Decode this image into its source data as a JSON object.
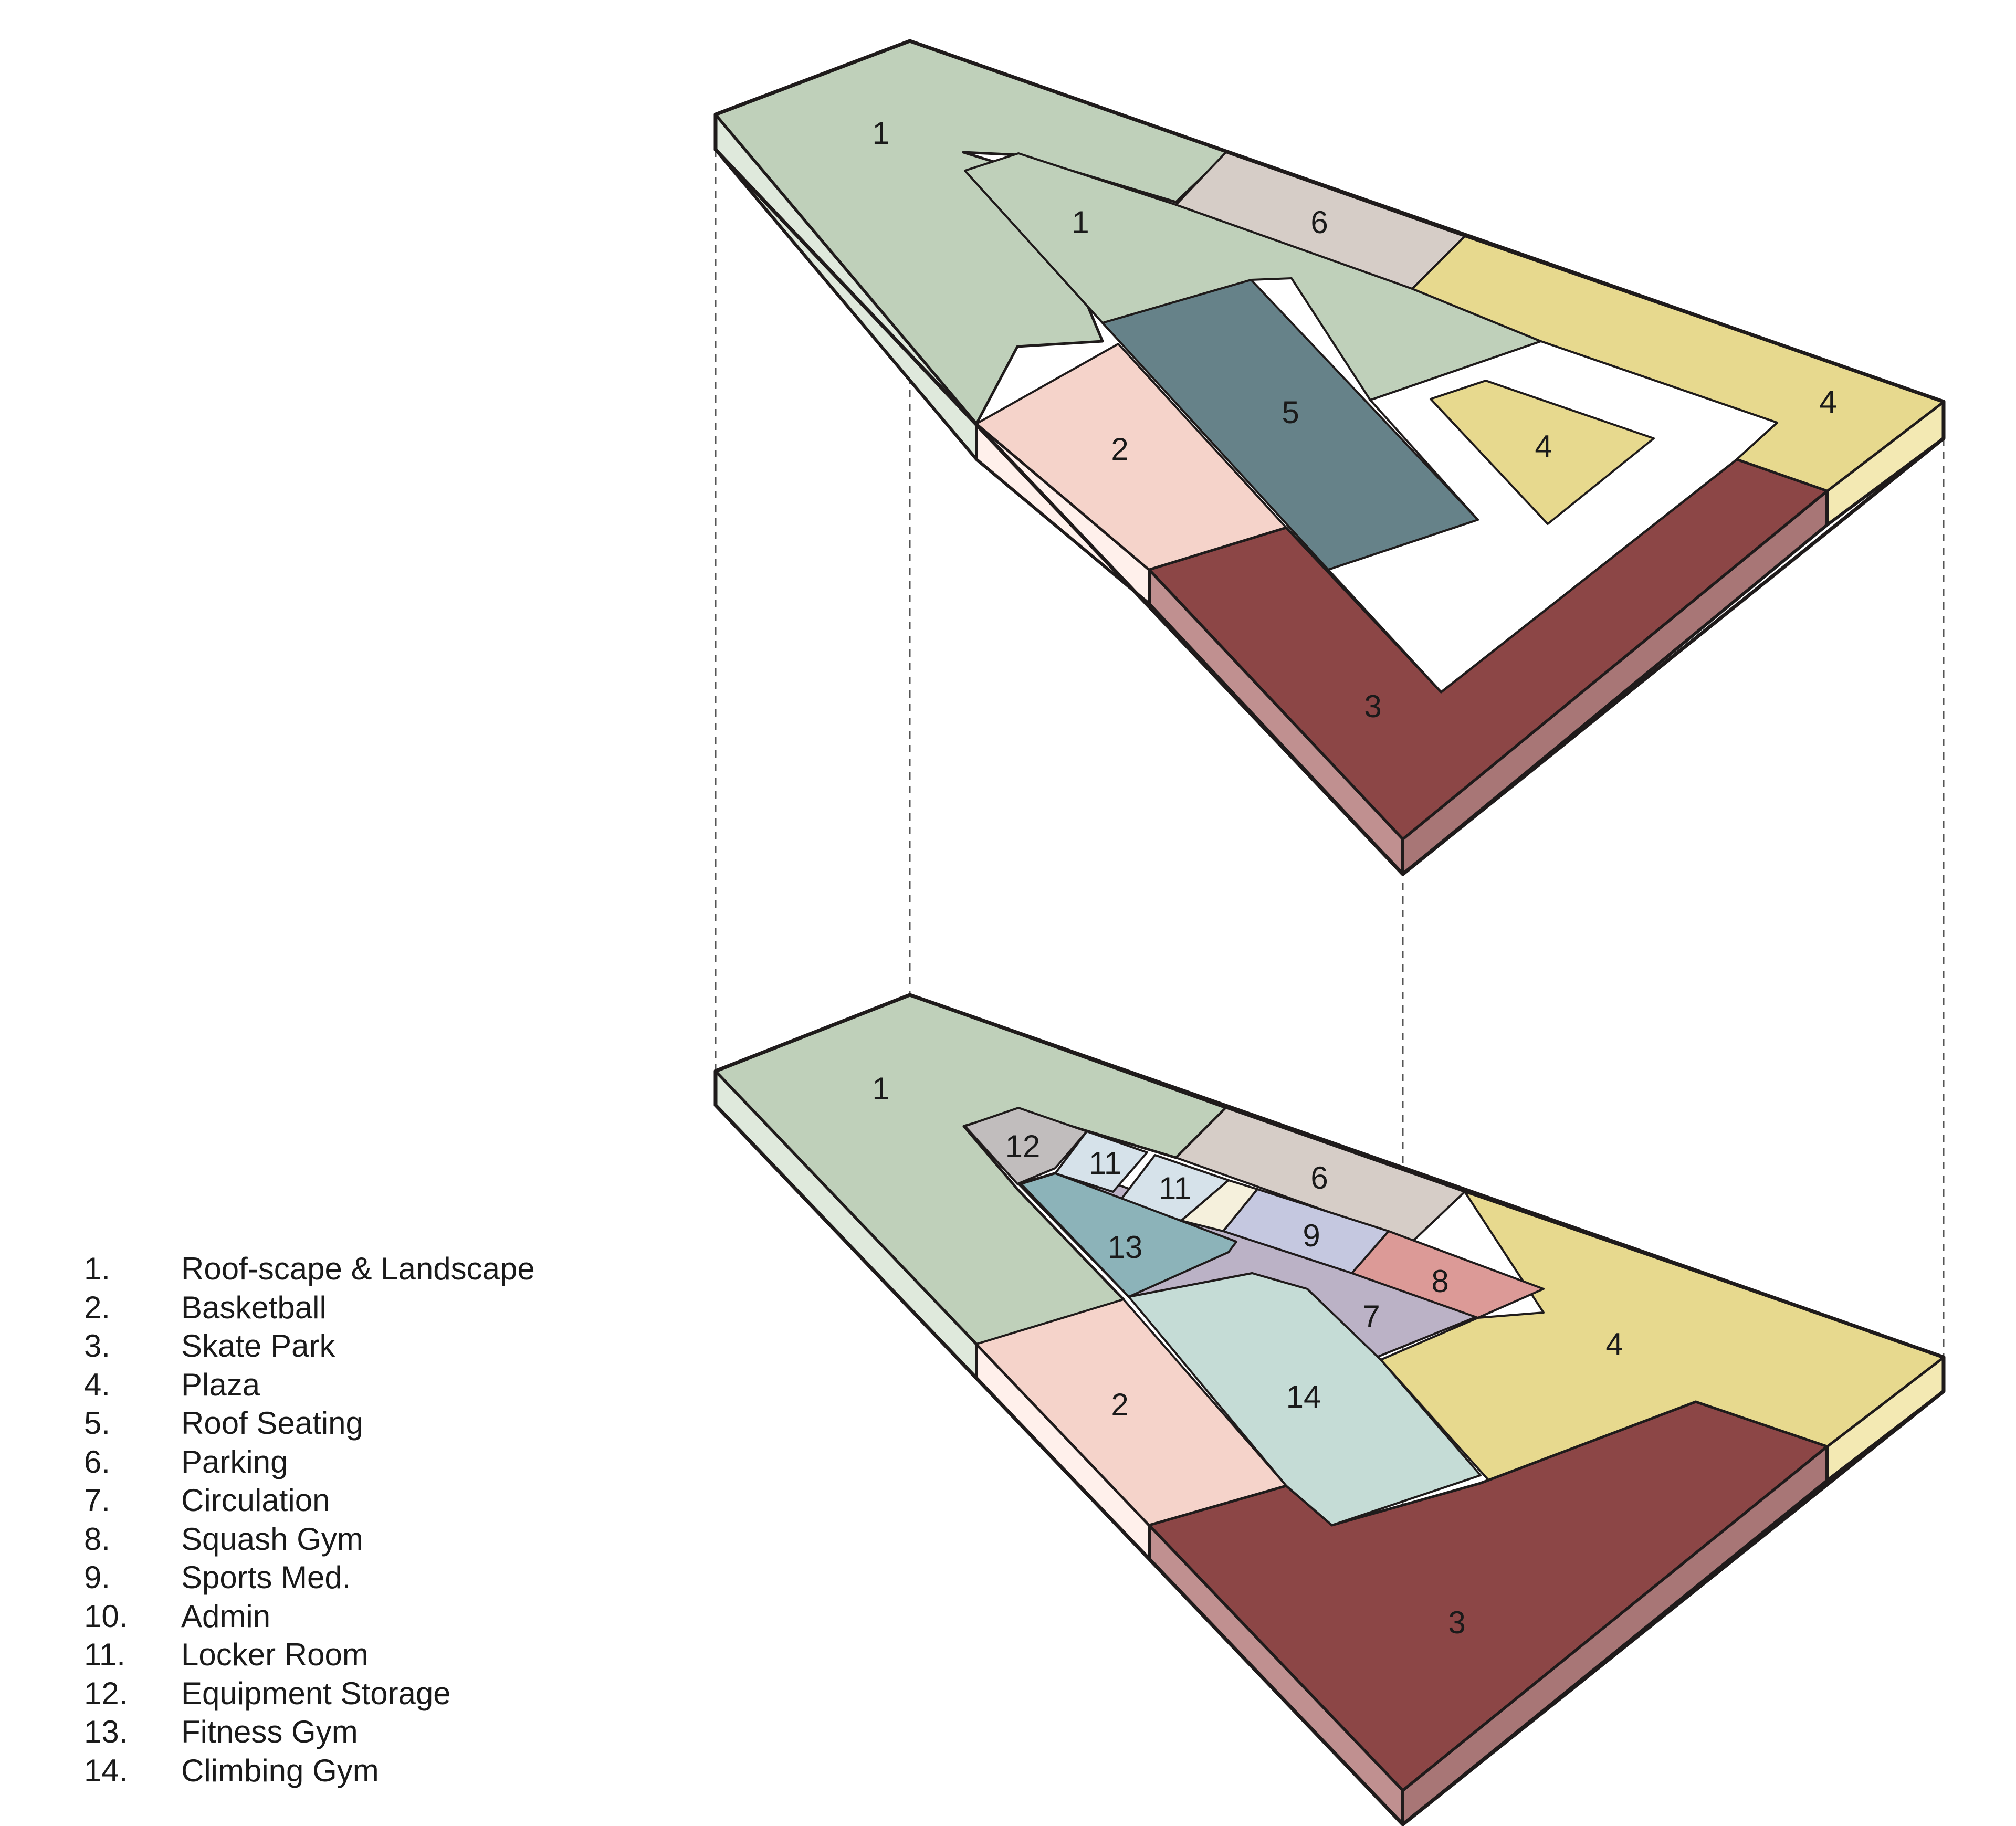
{
  "colors": {
    "roofscape": "#bfd0ba",
    "basketball": "#f5d3ca",
    "skate_park": "#8c4646",
    "plaza": "#e7d98e",
    "roof_seating": "#668289",
    "parking": "#d6cdc7",
    "circulation": "#bbb2c6",
    "squash": "#dc9a97",
    "sports_med": "#c5c8e0",
    "admin": "#f5f0dc",
    "locker": "#d6e2ea",
    "equipment": "#c1bdbd",
    "fitness": "#8cb3b9",
    "climbing": "#c5dcd6",
    "outline": "#1f1b1b"
  },
  "upper_labels": [
    "1",
    "1",
    "6",
    "5",
    "2",
    "4",
    "4",
    "3"
  ],
  "lower_labels": [
    "1",
    "12",
    "11",
    "11",
    "6",
    "9",
    "13",
    "8",
    "7",
    "4",
    "2",
    "14",
    "3"
  ],
  "legend": [
    {
      "num": "1.",
      "text": "Roof-scape & Landscape"
    },
    {
      "num": "2.",
      "text": "Basketball"
    },
    {
      "num": "3.",
      "text": "Skate Park"
    },
    {
      "num": "4.",
      "text": "Plaza"
    },
    {
      "num": "5.",
      "text": "Roof Seating"
    },
    {
      "num": "6.",
      "text": "Parking"
    },
    {
      "num": "7.",
      "text": "Circulation"
    },
    {
      "num": "8.",
      "text": "Squash Gym"
    },
    {
      "num": "9.",
      "text": "Sports Med."
    },
    {
      "num": "10.",
      "text": "Admin"
    },
    {
      "num": "11.",
      "text": "Locker Room"
    },
    {
      "num": "12.",
      "text": "Equipment Storage"
    },
    {
      "num": "13.",
      "text": "Fitness Gym"
    },
    {
      "num": "14.",
      "text": "Climbing Gym"
    }
  ]
}
